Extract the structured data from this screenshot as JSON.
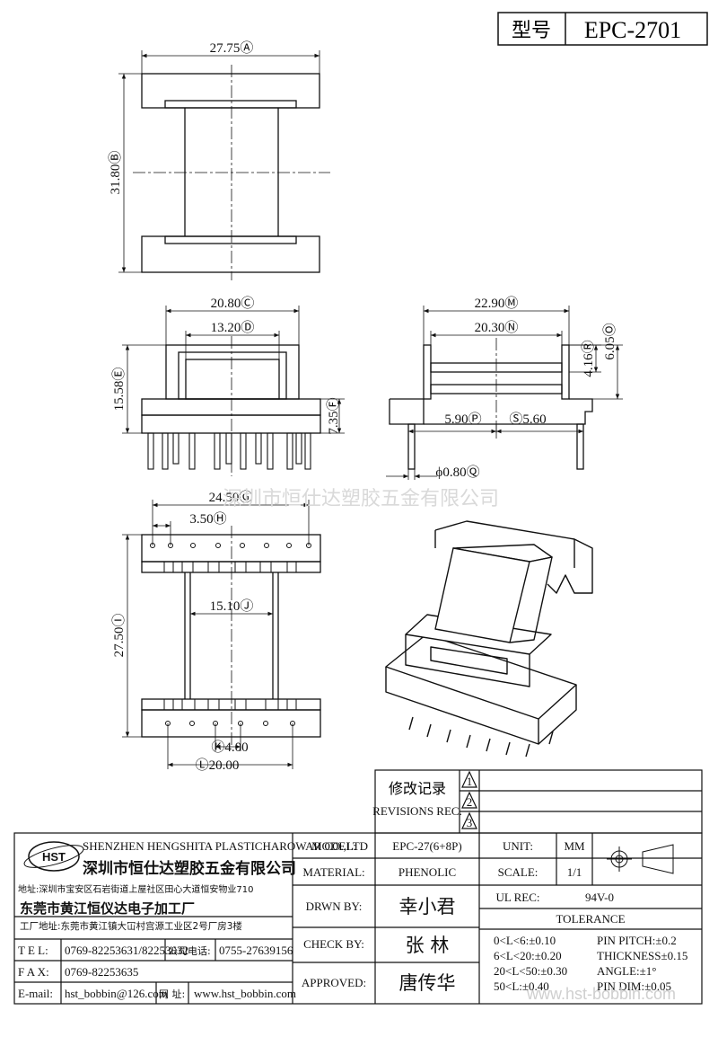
{
  "title_block": {
    "model_label": "型号",
    "model_value": "EPC-2701"
  },
  "dimensions": {
    "top_width": "27.75Ⓐ",
    "top_height": "31.80Ⓑ",
    "front_outer": "20.80Ⓒ",
    "front_inner": "13.20Ⓓ",
    "front_height": "15.58Ⓔ",
    "front_base": "7.35Ⓕ",
    "side_total": "22.90Ⓜ",
    "side_inner": "20.30Ⓝ",
    "side_flange": "4.16Ⓡ",
    "side_height": "6.05Ⓞ",
    "side_left": "5.90Ⓟ",
    "side_right": "Ⓢ5.60",
    "pin_dia": "ϕ0.80Ⓠ",
    "bottom_width": "24.50Ⓖ",
    "pin_pitch": "3.50Ⓗ",
    "bottom_height": "27.50Ⓘ",
    "bottom_inner": "15.10Ⓙ",
    "bottom_k": "Ⓚ4.00",
    "bottom_l": "Ⓛ20.00"
  },
  "watermark": "深圳市恒仕达塑胶五金有限公司",
  "watermark_bottom": "www.hst-bobbin.com",
  "revisions": {
    "label_cn": "修改记录",
    "label_en": "REVISIONS REC.",
    "marks": [
      "1",
      "2",
      "3"
    ]
  },
  "company": {
    "logo_text": "HST",
    "name_en": "SHENZHEN HENGSHITA PLASTICHAROWAR CO.,LTD",
    "name_cn": "深圳市恒仕达塑胶五金有限公司",
    "address": "地址:深圳市宝安区石岩街道上屋社区田心大道恒安物业710",
    "factory_cn": "东莞市黄江恒仪达电子加工厂",
    "factory_address": "工厂地址:东莞市黄江镇大冚村宫源工业区2号厂房3楼",
    "tel_label": "T E L:",
    "tel": "0769-82253631/82253632",
    "company_phone_label": "公司电话:",
    "company_phone": "0755-27639156",
    "fax_label": "F A X:",
    "fax": "0769-82253635",
    "email_label": "E-mail:",
    "email": "hst_bobbin@126.com",
    "web_label": "网 址:",
    "web": "www.hst_bobbin.com"
  },
  "spec": {
    "model_label": "MODEL:",
    "model": "EPC-27(6+8P)",
    "unit_label": "UNIT:",
    "unit": "MM",
    "material_label": "MATERIAL:",
    "material": "PHENOLIC",
    "scale_label": "SCALE:",
    "scale": "1/1",
    "drawn_label": "DRWN BY:",
    "drawn": "幸小君",
    "ul_label": "UL REC:",
    "ul": "94V-0",
    "tolerance_label": "TOLERANCE",
    "check_label": "CHECK BY:",
    "check": "张  林",
    "approved_label": "APPROVED:",
    "approved": "唐传华",
    "tol_left": [
      "0<L<6:±0.10",
      "6<L<20:±0.20",
      "20<L<50:±0.30",
      "50<L:±0.40"
    ],
    "tol_right": [
      "PIN PITCH:±0.2",
      "THICKNESS±0.15",
      "ANGLE:±1°",
      "PIN DIM:±0.05"
    ]
  }
}
